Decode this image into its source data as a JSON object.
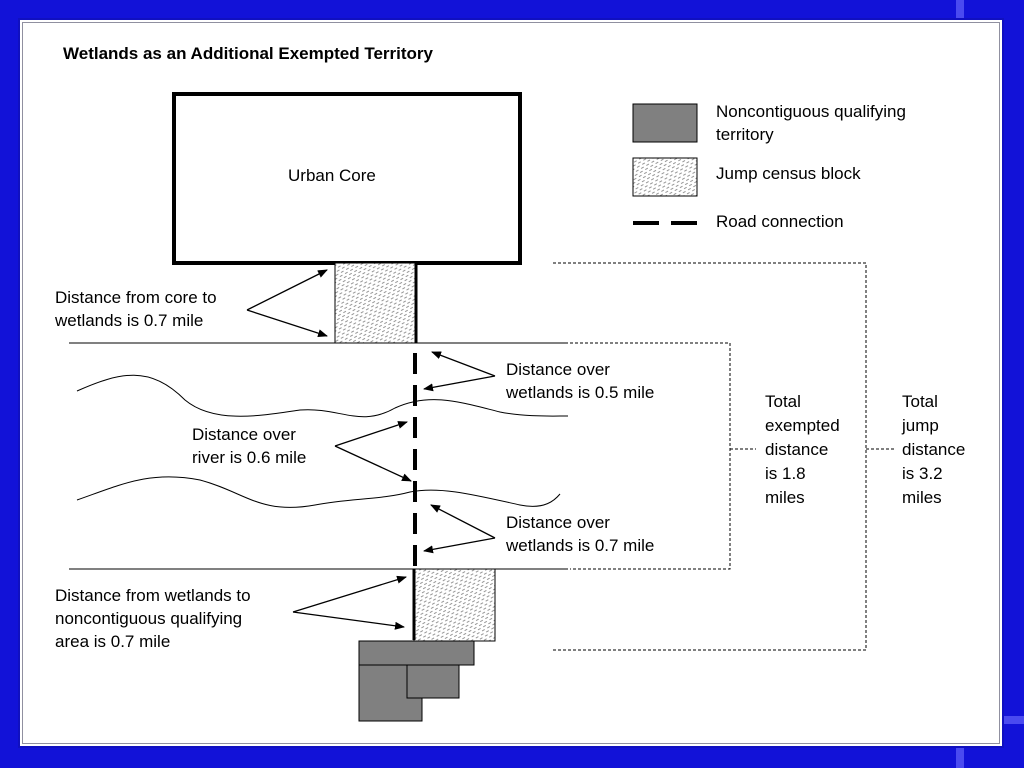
{
  "title": "Wetlands as an Additional Exempted Territory",
  "urban_core": "Urban Core",
  "legend": {
    "noncontiguous": [
      "Noncontiguous qualifying",
      "territory"
    ],
    "jump_block": "Jump census block",
    "road": "Road connection"
  },
  "annotations": {
    "core_to_wetlands": [
      "Distance from core to",
      "wetlands is 0.7 mile"
    ],
    "wetlands_upper": [
      "Distance over",
      "wetlands is 0.5 mile"
    ],
    "river": [
      "Distance over",
      "river is 0.6 mile"
    ],
    "wetlands_lower": [
      "Distance over",
      "wetlands is 0.7 mile"
    ],
    "wetlands_to_area": [
      "Distance from wetlands to",
      "noncontiguous qualifying",
      "area is 0.7 mile"
    ]
  },
  "totals": {
    "exempted": [
      "Total",
      "exempted",
      "distance",
      "is 1.8",
      "miles"
    ],
    "jump": [
      "Total",
      "jump",
      "distance",
      "is 3.2",
      "miles"
    ]
  },
  "colors": {
    "background": "#1212d8",
    "qualifying_fill": "#808080",
    "line": "#000000"
  }
}
